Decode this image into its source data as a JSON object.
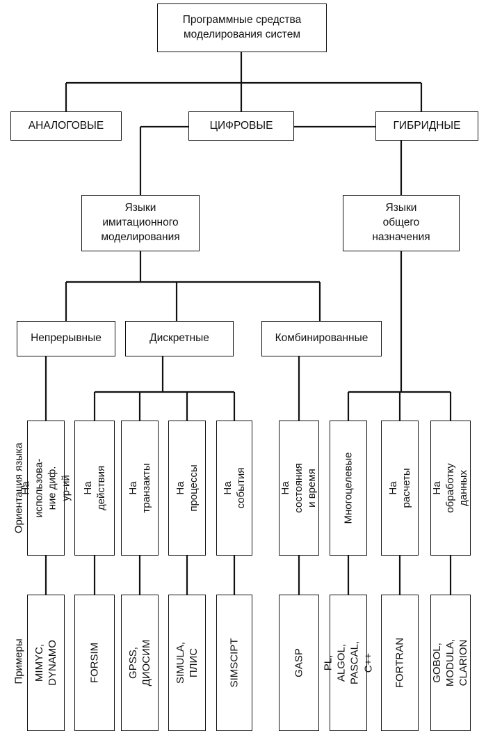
{
  "root": "Программные средства\nмоделирования систем",
  "types": {
    "analog": "АНАЛОГОВЫЕ",
    "digital": "ЦИФРОВЫЕ",
    "hybrid": "ГИБРИДНЫЕ"
  },
  "languages": {
    "simulation": "Языки\nимитационного\nмоделирования",
    "general": "Языки\nобщего\nназначения"
  },
  "simulation_kinds": {
    "continuous": "Непрерывные",
    "discrete": "Дискретные",
    "combined": "Комбинированные"
  },
  "row_labels": {
    "orientation": "Ориентация языка",
    "examples": "Примеры"
  },
  "orientation": [
    "На использова-\nние диф. ур-ий",
    "На действия",
    "На транзакты",
    "На процессы",
    "На события",
    "На состояния\nи время",
    "Многоцелевые",
    "На расчеты",
    "На обработку\nданных"
  ],
  "examples": [
    "MIMYC,\nDYNAMO",
    "FORSIM",
    "GPSS,\nДИОСИМ",
    "SIMULA,\nПЛИС",
    "SIMSCIPT",
    "GASP",
    "PL, ALGOL,\nPASCAL, C++",
    "FORTRAN",
    "GOBOL, MODULA,\nCLARION"
  ]
}
